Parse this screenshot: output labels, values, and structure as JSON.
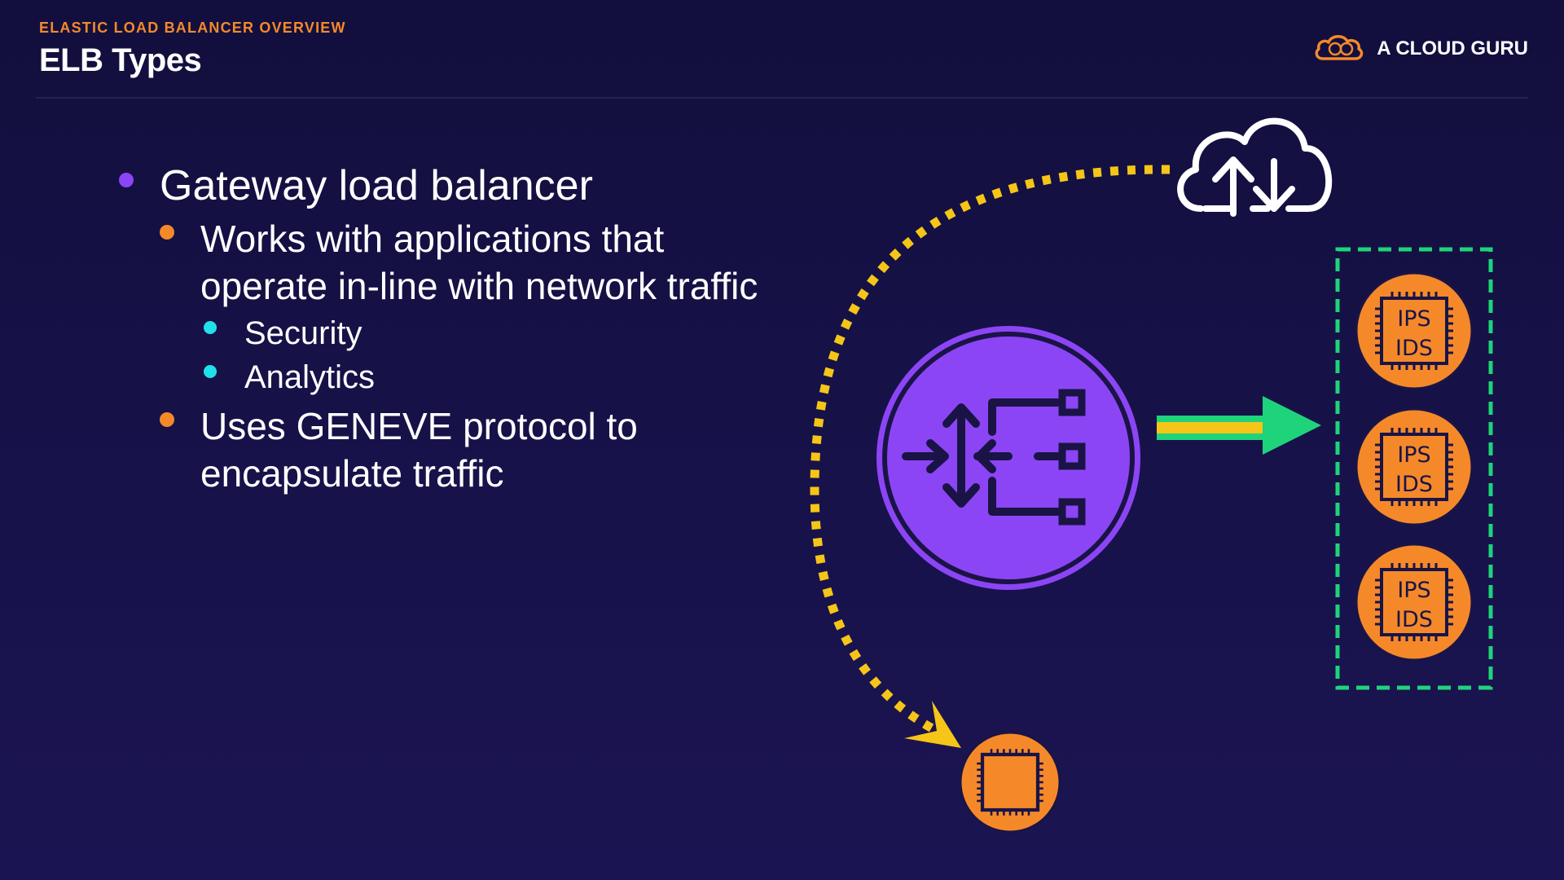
{
  "header": {
    "eyebrow": "ELASTIC LOAD BALANCER OVERVIEW",
    "title": "ELB Types",
    "brand": "A CLOUD GURU"
  },
  "content": {
    "heading": "Gateway load balancer",
    "points": [
      {
        "text": "Works with applications that operate in-line with network traffic",
        "subpoints": [
          "Security",
          "Analytics"
        ]
      },
      {
        "text": "Uses GENEVE protocol to encapsulate traffic",
        "subpoints": []
      }
    ]
  },
  "diagram": {
    "appliance_top_label": "IPS",
    "appliance_bottom_label": "IDS",
    "appliance_count": 3,
    "colors": {
      "balancer": "#8c45f5",
      "appliance": "#f5892a",
      "dashed_flow": "#f5c518",
      "group_border": "#1fd37a",
      "arrow": "#1fd37a"
    }
  }
}
